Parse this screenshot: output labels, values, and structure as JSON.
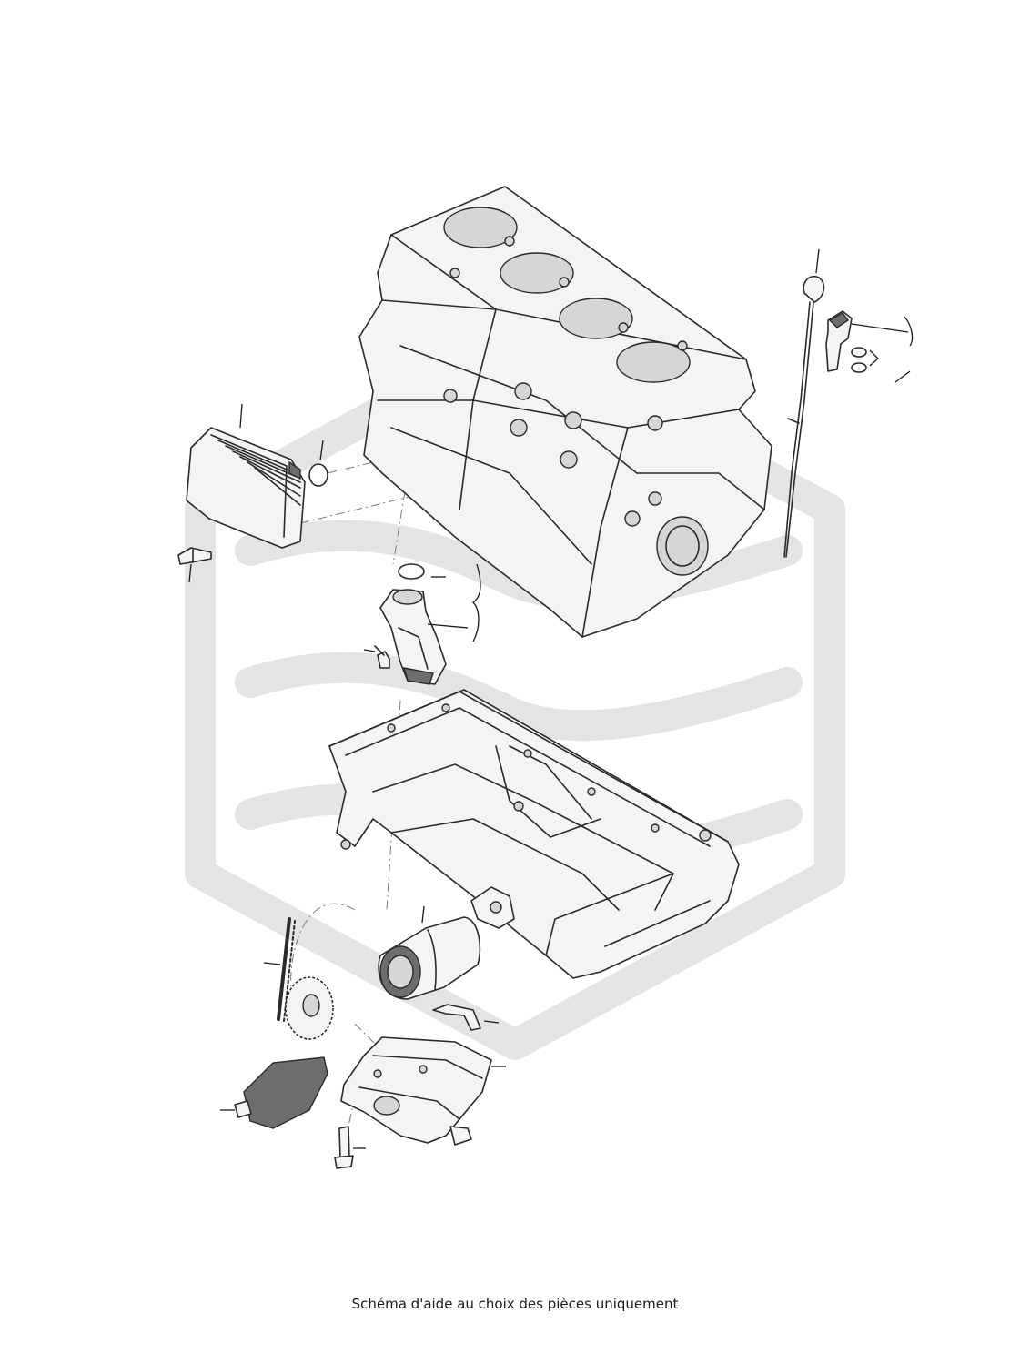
{
  "caption": "Schéma d'aide au choix des pièces uniquement",
  "watermark": "brand-shield-logo",
  "parts": [
    {
      "id": "engine-block"
    },
    {
      "id": "oil-cooler"
    },
    {
      "id": "oil-cooler-gasket"
    },
    {
      "id": "oil-cooler-bolt"
    },
    {
      "id": "oil-filter-housing-seal"
    },
    {
      "id": "oil-filter-housing-flange"
    },
    {
      "id": "flange-bolt"
    },
    {
      "id": "dipstick"
    },
    {
      "id": "oil-level-sensor"
    },
    {
      "id": "sensor-o-rings"
    },
    {
      "id": "oil-pan"
    },
    {
      "id": "oil-filter"
    },
    {
      "id": "drive-chain"
    },
    {
      "id": "oil-pump-sprocket"
    },
    {
      "id": "chain-tensioner-spring"
    },
    {
      "id": "oil-pump"
    },
    {
      "id": "pump-cover"
    },
    {
      "id": "pump-bolt"
    }
  ]
}
